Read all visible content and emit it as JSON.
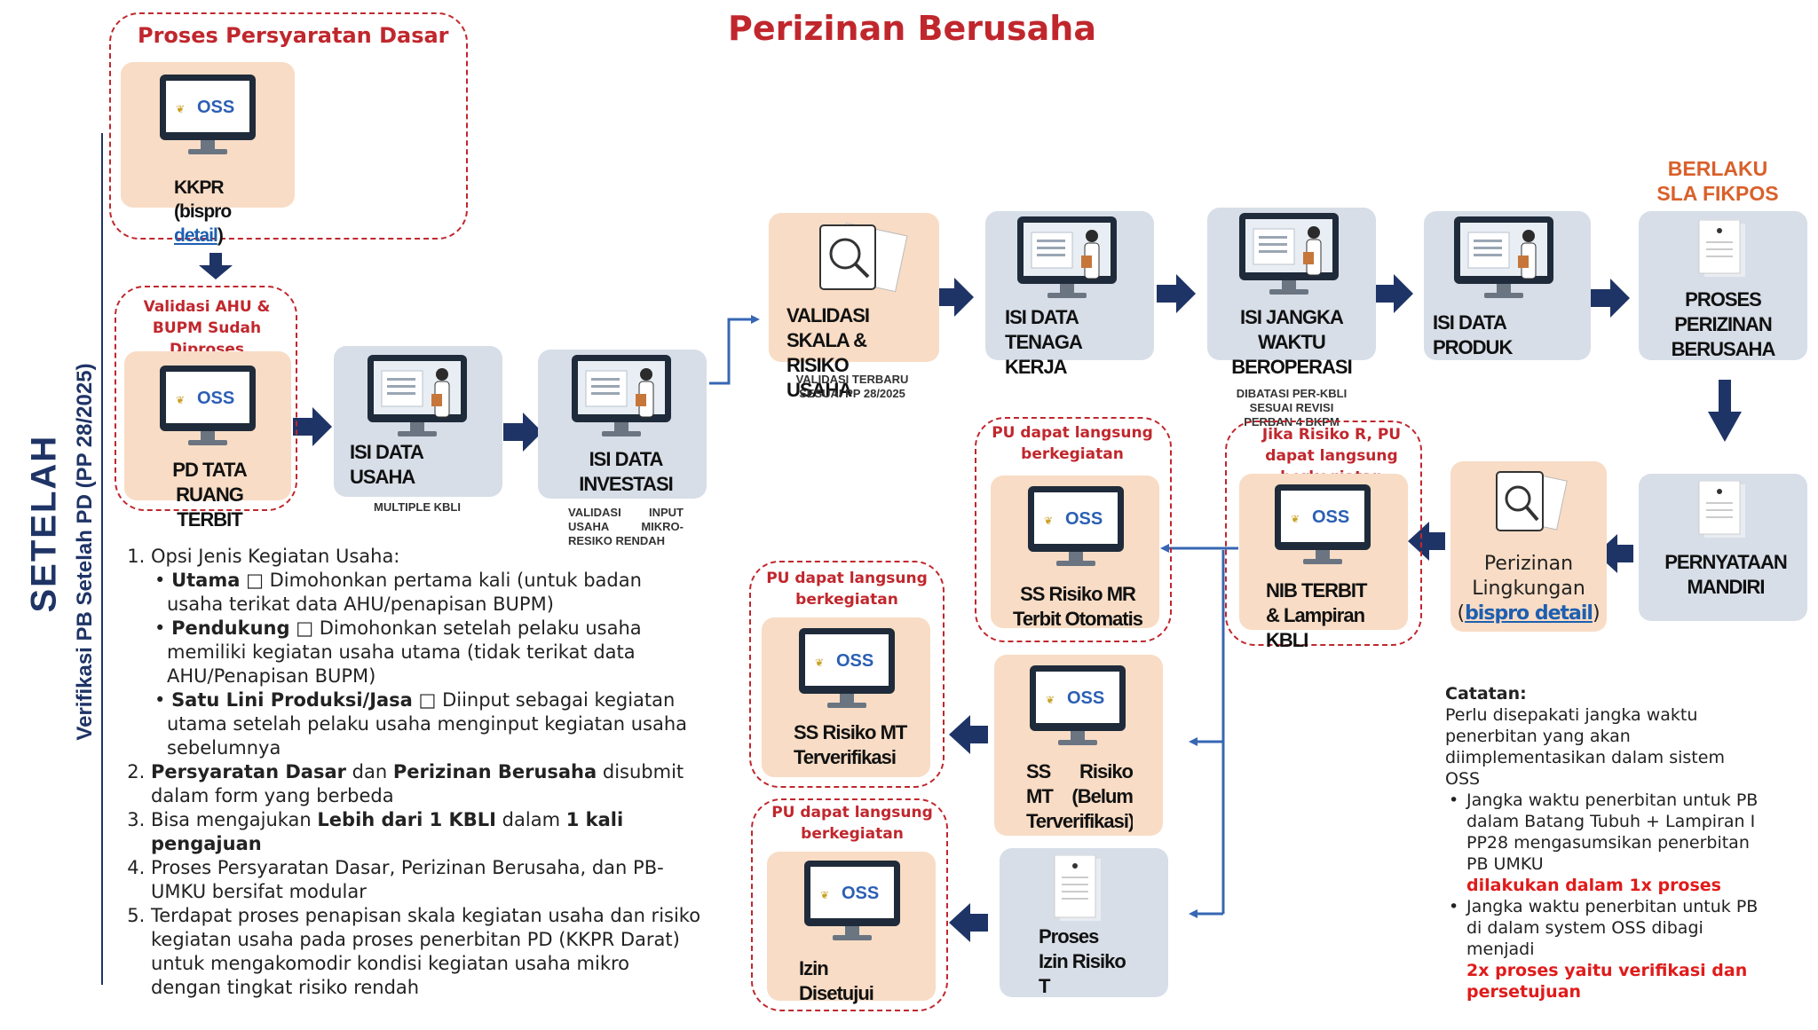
{
  "title": "Perizinan Berusaha",
  "side_title": "SETELAH",
  "side_subtitle": "Verifikasi PB Setelah PD (PP 28/2025)",
  "group_dasar_label": "Proses Persyaratan Dasar",
  "group_validasi_label": "Validasi AHU & BUPM Sudah Diproses",
  "berlaku_label": "BERLAKU SLA FIKPOS",
  "oss_text": "OSS",
  "nodes": {
    "kkpr": {
      "label": "KKPR (bispro",
      "link": "detail",
      "close": ")"
    },
    "pd_tata": {
      "label": "PD TATA RUANG TERBIT"
    },
    "isi_usaha": {
      "label": "ISI DATA USAHA",
      "sub": "MULTIPLE KBLI"
    },
    "isi_investasi": {
      "label": "ISI DATA INVESTASI",
      "sub": "VALIDASI INPUT USAHA MIKRO-RESIKO RENDAH"
    },
    "validasi_skala": {
      "label": "VALIDASI SKALA & RISIKO USAHA",
      "sub": "VALIDASI TERBARU SESUAI PP 28/2025"
    },
    "isi_tenaga": {
      "label": "ISI DATA TENAGA KERJA"
    },
    "isi_jangka": {
      "label": "ISI JANGKA WAKTU BEROPERASI",
      "sub": "DIBATASI PER-KBLI SESUAI REVISI PERBAN 4 BKPM"
    },
    "isi_produk": {
      "label": "ISI DATA PRODUK"
    },
    "proses_perizinan": {
      "label": "PROSES PERIZINAN BERUSAHA"
    },
    "pernyataan": {
      "label": "PERNYATAAN MANDIRI"
    },
    "perizinan_lingkungan": {
      "label": "Perizinan Lingkungan",
      "link": "bispro detail",
      "open": "(",
      "close": ")"
    },
    "nib_terbit": {
      "label": "NIB TERBIT & Lampiran KBLI",
      "note": "Jika Risiko R, PU dapat langsung berkegiatan"
    },
    "ss_mr": {
      "label": "SS Risiko MR Terbit Otomatis",
      "note": "PU dapat langsung berkegiatan"
    },
    "ss_mt_belum": {
      "label": "SS Risiko MT (Belum Terverifikasi)"
    },
    "ss_mt_verif": {
      "label": "SS Risiko MT Terverifikasi",
      "note": "PU dapat langsung berkegiatan"
    },
    "proses_izin_t": {
      "label": "Proses Izin Risiko T"
    },
    "izin_disetujui": {
      "label": "Izin Disetujui",
      "note": "PU dapat langsung berkegiatan"
    }
  },
  "notes": {
    "item1_intro": "Opsi Jenis Kegiatan Usaha:",
    "item1_bullets": [
      {
        "term": "Utama",
        "sym": "□",
        "text": "Dimohonkan pertama kali (untuk badan usaha terikat data AHU/penapisan BUPM)"
      },
      {
        "term": "Pendukung",
        "sym": "□",
        "text": "Dimohonkan setelah pelaku usaha memiliki kegiatan usaha utama (tidak terikat data AHU/Penapisan BUPM)"
      },
      {
        "term": "Satu Lini Produksi/Jasa",
        "sym": "□",
        "text": "Diinput sebagai kegiatan utama setelah pelaku usaha menginput kegiatan usaha sebelumnya"
      }
    ],
    "item2_a": "Persyaratan Dasar",
    "item2_b": " dan ",
    "item2_c": "Perizinan Berusaha",
    "item2_d": " disubmit dalam form yang berbeda",
    "item3_a": "Bisa mengajukan ",
    "item3_b": "Lebih dari 1 KBLI",
    "item3_c": " dalam ",
    "item3_d": "1 kali pengajuan",
    "item4": "Proses Persyaratan Dasar, Perizinan Berusaha, dan PB- UMKU bersifat modular",
    "item5": "Terdapat proses penapisan skala kegiatan usaha dan risiko kegiatan usaha pada proses penerbitan PD (KKPR Darat) untuk mengakomodir kondisi kegiatan usaha mikro dengan tingkat risiko rendah"
  },
  "catatan": {
    "heading": "Catatan:",
    "intro": "Perlu disepakati jangka waktu penerbitan yang akan diimplementasikan dalam sistem OSS",
    "b1_text": "Jangka waktu penerbitan untuk PB dalam Batang Tubuh + Lampiran I PP28 mengasumsikan penerbitan PB UMKU",
    "b1_red": "dilakukan dalam 1x proses",
    "b2_text": "Jangka waktu penerbitan untuk PB di dalam system OSS dibagi menjadi",
    "b2_red": "2x proses yaitu verifikasi dan persetujuan"
  },
  "colors": {
    "accent_red": "#c0272d",
    "navy": "#1f3466",
    "orange": "#d9602b",
    "peach": "#f8dcc5",
    "grey": "#d7dee8"
  }
}
